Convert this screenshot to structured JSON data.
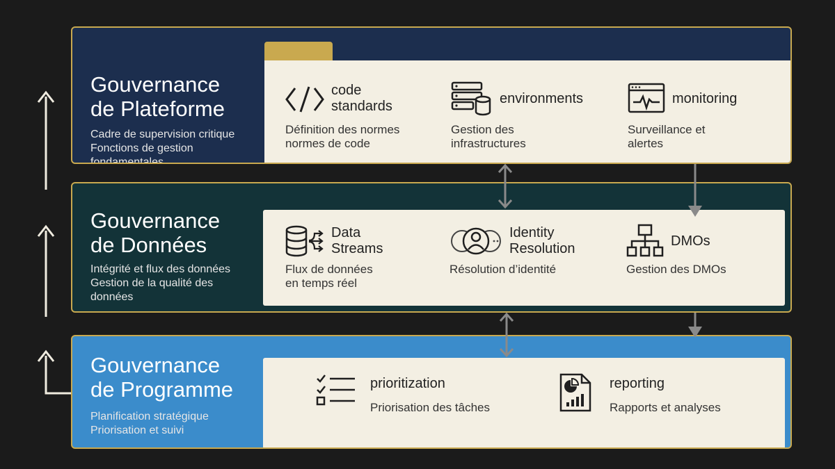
{
  "layers": {
    "platform": {
      "title_line1": "Gouvernance",
      "title_line2": "de Plateforme",
      "desc_line1": "Cadre de supervision critique",
      "desc_line2": "Fonctions de gestion",
      "desc_line3": "fondamentales",
      "items": [
        {
          "label_line1": "code",
          "label_line2": "standards",
          "desc_line1": "Définition des normes",
          "desc_line2": "normes de code",
          "icon": "code-icon"
        },
        {
          "label_line1": "environments",
          "label_line2": "",
          "desc_line1": "Gestion des",
          "desc_line2": "infrastructures",
          "icon": "server-database-icon"
        },
        {
          "label_line1": "monitoring",
          "label_line2": "",
          "desc_line1": "Surveillance et",
          "desc_line2": "alertes",
          "icon": "monitor-pulse-icon"
        }
      ]
    },
    "data": {
      "title_line1": "Gouvernance",
      "title_line2": "de Données",
      "desc_line1": "Intégrité et flux des données",
      "desc_line2": "Gestion de la qualité des",
      "desc_line3": "données",
      "items": [
        {
          "label_line1": "Data",
          "label_line2": "Streams",
          "desc_line1": "Flux de données",
          "desc_line2": "en temps réel",
          "icon": "database-stream-icon"
        },
        {
          "label_line1": "Identity",
          "label_line2": "Resolution",
          "desc_line1": "Résolution d’identité",
          "desc_line2": "",
          "icon": "identity-icon"
        },
        {
          "label_line1": "DMOs",
          "label_line2": "",
          "desc_line1": "Gestion des DMOs",
          "desc_line2": "",
          "icon": "hierarchy-icon"
        }
      ]
    },
    "program": {
      "title_line1": "Gouvernance",
      "title_line2": "de Programme",
      "desc_line1": "Planification stratégique",
      "desc_line2": "Priorisation et suivi",
      "items": [
        {
          "label": "prioritization",
          "desc": "Priorisation des tâches",
          "icon": "checklist-icon"
        },
        {
          "label": "reporting",
          "desc": "Rapports et analyses",
          "icon": "report-chart-icon"
        }
      ]
    }
  },
  "colors": {
    "background": "#1b1b1b",
    "platform": "#1c2e4e",
    "data": "#133338",
    "program": "#3b8ccb",
    "gold": "#c9a94f",
    "panel": "#f3efe3"
  }
}
